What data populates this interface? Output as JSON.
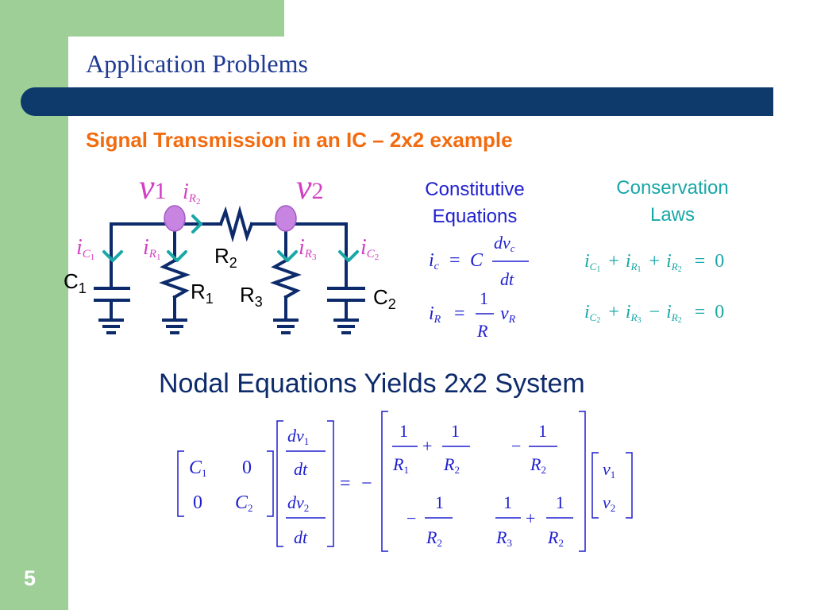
{
  "slide": {
    "title": "Application Problems",
    "subtitle": "Signal Transmission in an IC – 2x2 example",
    "number": "5"
  },
  "circuit": {
    "v": "v",
    "i": "i",
    "C": "C",
    "R": "R",
    "R_sub": "R",
    "C_sub": "C",
    "one": "1",
    "two": "2",
    "three": "3",
    "resistor_label": "R",
    "capacitor_label": "C"
  },
  "constitutive": {
    "heading_line1": "Constitutive",
    "heading_line2": "Equations",
    "i": "i",
    "c_sub": "c",
    "R_sub": "R",
    "eq": "=",
    "C": "C",
    "dv": "dv",
    "dt": "dt",
    "one": "1",
    "R": "R",
    "v": "v"
  },
  "conservation": {
    "heading_line1": "Conservation",
    "heading_line2": "Laws",
    "i": "i",
    "C": "C",
    "R": "R",
    "plus": "+",
    "minus": "−",
    "eq": "=",
    "zero": "0",
    "one": "1",
    "two": "2",
    "three": "3"
  },
  "nodal": {
    "heading": "Nodal Equations Yields 2x2 System",
    "C": "C",
    "zero": "0",
    "dv": "dv",
    "dt": "dt",
    "eq": "=",
    "minus": "−",
    "plus": "+",
    "one": "1",
    "two": "2",
    "three": "3",
    "R": "R",
    "v": "v"
  },
  "colors": {
    "green": "#9ecf97",
    "navy": "#0d3a6b",
    "title_blue": "#1f3a93",
    "orange": "#f26b0f",
    "magenta": "#d23fc3",
    "teal": "#1aa7a7",
    "eq_blue": "#1f1fd0",
    "node": "#c784e0"
  }
}
